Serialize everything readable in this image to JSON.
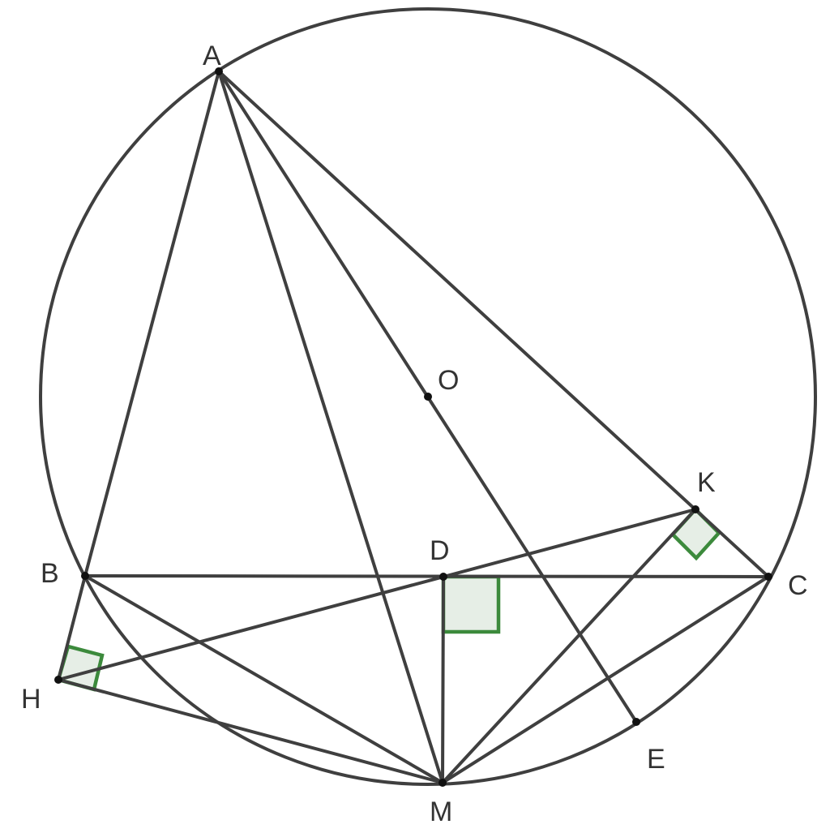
{
  "figure": {
    "points": {
      "A": "A",
      "B": "B",
      "C": "C",
      "D": "D",
      "E": "E",
      "H": "H",
      "K": "K",
      "M": "M",
      "O": "O"
    },
    "colors": {
      "line": "#3f3f3f",
      "right_angle_stroke": "#3c8a3c",
      "right_angle_fill": "#e6eee6"
    }
  }
}
